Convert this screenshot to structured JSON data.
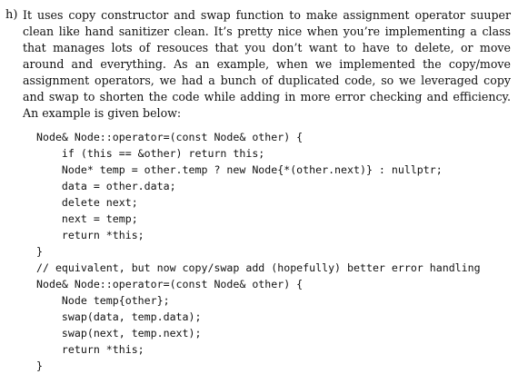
{
  "item": {
    "marker": "h)",
    "paragraph_lines": [
      "It uses copy constructor and swap function to make assignment operator suuper",
      "clean like hand sanitizer clean. It’s pretty nice when you’re implementing a class",
      "that manages lots of resouces that you don’t want to have to delete, or move",
      "around and everything. As an example, when we implemented the copy/move",
      "assignment operators, we had a bunch of duplicated code, so we leveraged copy",
      "and swap to shorten the code while adding in more error checking and efficiency.",
      "An example is given below:"
    ],
    "code_lines": [
      "Node& Node::operator=(const Node& other) {",
      "    if (this == &other) return this;",
      "    Node* temp = other.temp ? new Node{*(other.next)} : nullptr;",
      "    data = other.data;",
      "    delete next;",
      "    next = temp;",
      "    return *this;",
      "}",
      "// equivalent, but now copy/swap add (hopefully) better error handling",
      "Node& Node::operator=(const Node& other) {",
      "    Node temp{other};",
      "    swap(data, temp.data);",
      "    swap(next, temp.next);",
      "    return *this;",
      "}"
    ]
  }
}
